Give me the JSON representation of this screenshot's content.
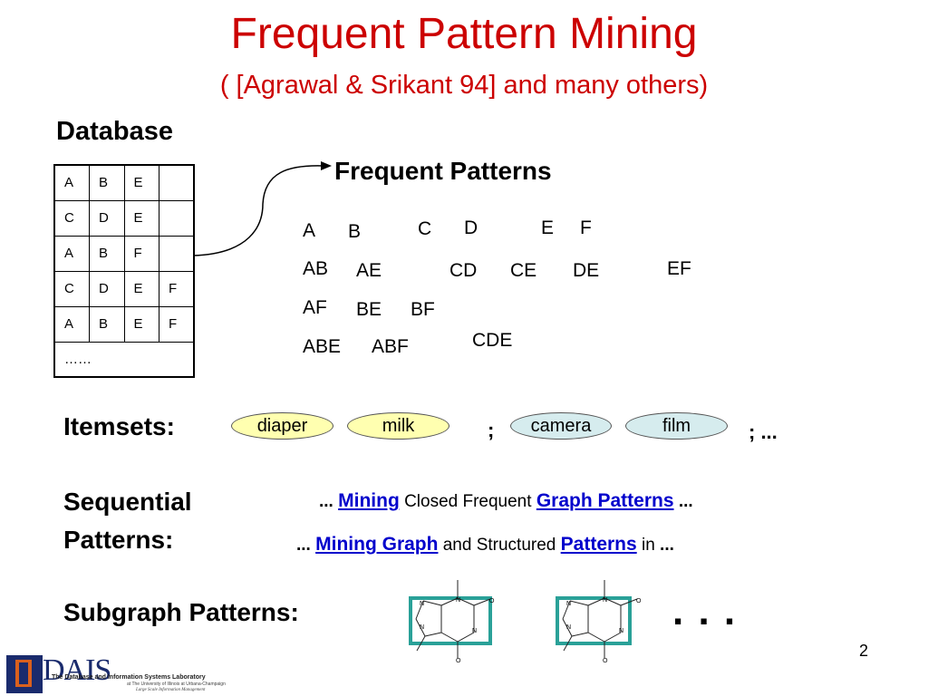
{
  "slide": {
    "title": "Frequent Pattern Mining",
    "subtitle": "( [Agrawal & Srikant 94] and many others)",
    "page_number": "2"
  },
  "database": {
    "heading": "Database",
    "rows": [
      [
        "A",
        "B",
        "E",
        ""
      ],
      [
        "C",
        "D",
        "E",
        ""
      ],
      [
        "A",
        "B",
        "F",
        ""
      ],
      [
        "C",
        "D",
        "E",
        "F"
      ],
      [
        "A",
        "B",
        "E",
        "F"
      ]
    ],
    "ellipsis": "……"
  },
  "frequent_patterns": {
    "heading": "Frequent Patterns",
    "items": [
      "A",
      "B",
      "C",
      "D",
      "E",
      "F",
      "AB",
      "AE",
      "CD",
      "CE",
      "DE",
      "EF",
      "AF",
      "BE",
      "BF",
      "CDE",
      "ABE",
      "ABF"
    ]
  },
  "itemsets": {
    "label": "Itemsets:",
    "pills": [
      "diaper",
      "milk",
      "camera",
      "film"
    ],
    "separator1": ";",
    "separator2": "; ..."
  },
  "sequential": {
    "label_line1": "Sequential",
    "label_line2": "Patterns:",
    "line1": [
      "...",
      "Mining",
      "Closed Frequent",
      "Graph Patterns",
      "..."
    ],
    "line2": [
      "...",
      "Mining Graph",
      "and Structured",
      "Patterns",
      "in",
      "..."
    ]
  },
  "subgraph": {
    "label": "Subgraph Patterns:",
    "ellipsis": ". . .",
    "atom_labels": [
      "N",
      "N",
      "O",
      "N",
      "N",
      "O"
    ]
  },
  "logo": {
    "text": "DAIS",
    "lab_name": "The Database and Information Systems Laboratory",
    "affiliation": "at The University of Illinois at Urbana-Champaign",
    "tagline": "Large Scale Information Management"
  },
  "colors": {
    "title": "#cc0000",
    "link": "#0000cc",
    "pill_yellow": "#ffffb0",
    "pill_blue": "#d6ecee",
    "molecule_box": "#2aa198"
  }
}
